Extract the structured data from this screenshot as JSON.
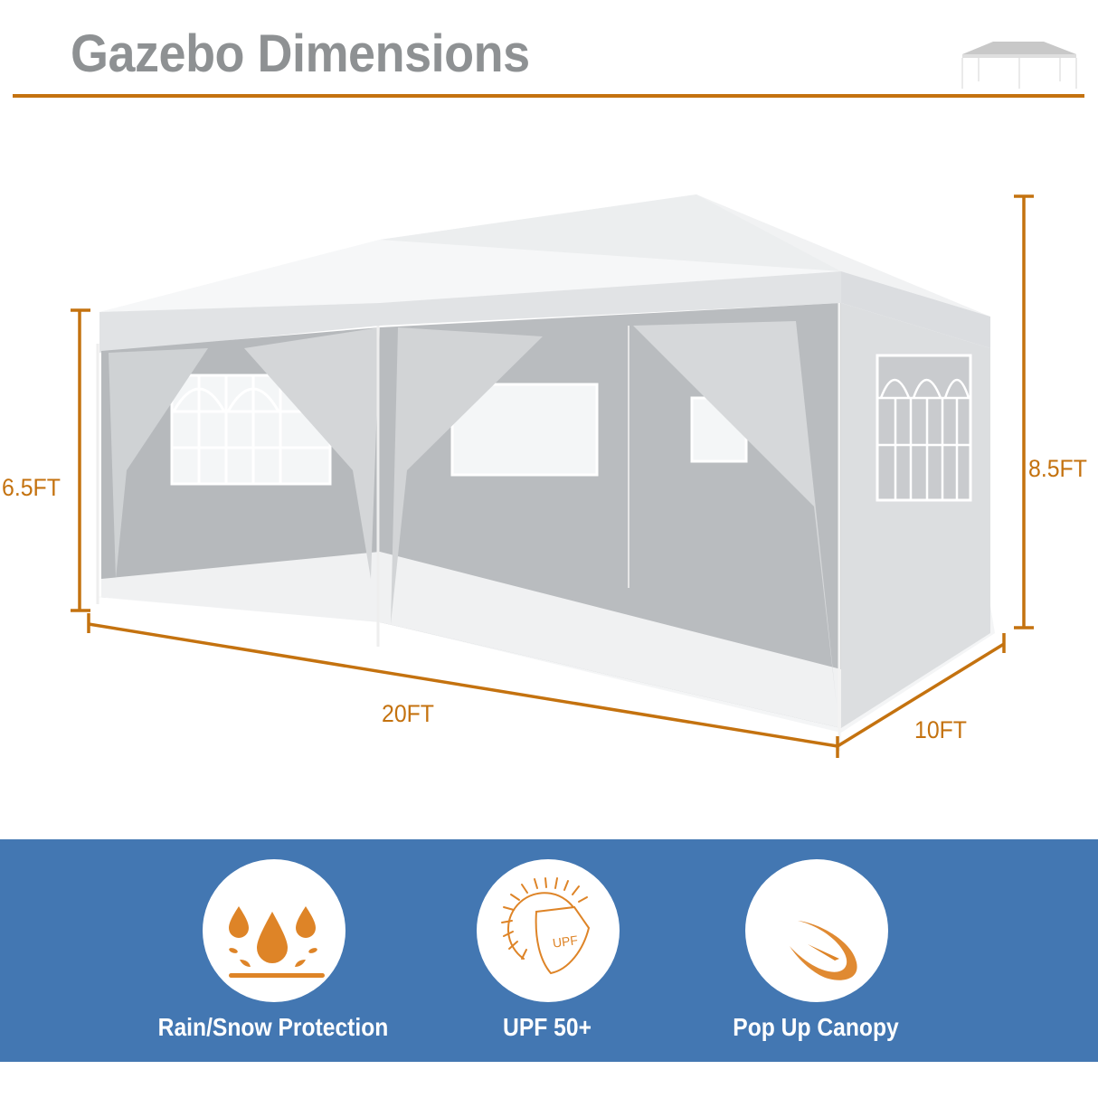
{
  "header": {
    "title": "Gazebo Dimensions",
    "rule_color": "#c4720f",
    "thumbnail_icon": "gazebo-outline-icon"
  },
  "product_image": {
    "subject": "white 10x20 pop-up gazebo canopy with sidewalls and church windows",
    "colors": {
      "canopy": "#f3f4f5",
      "walls": "#b9bcbf",
      "dimension_lines": "#c4720f"
    }
  },
  "dimensions": {
    "left_height": "6.5FT",
    "right_height": "8.5FT",
    "length": "20FT",
    "width": "10FT"
  },
  "features": {
    "band_color": "#4377b2",
    "icon_color": "#de8427",
    "items": [
      {
        "label": "Rain/Snow Protection",
        "icon": "water-drops-icon"
      },
      {
        "label": "UPF 50+",
        "icon": "upf-sun-shield-icon",
        "icon_text": "UPF"
      },
      {
        "label": "Pop Up Canopy",
        "icon": "pop-up-swoosh-icon"
      }
    ]
  }
}
